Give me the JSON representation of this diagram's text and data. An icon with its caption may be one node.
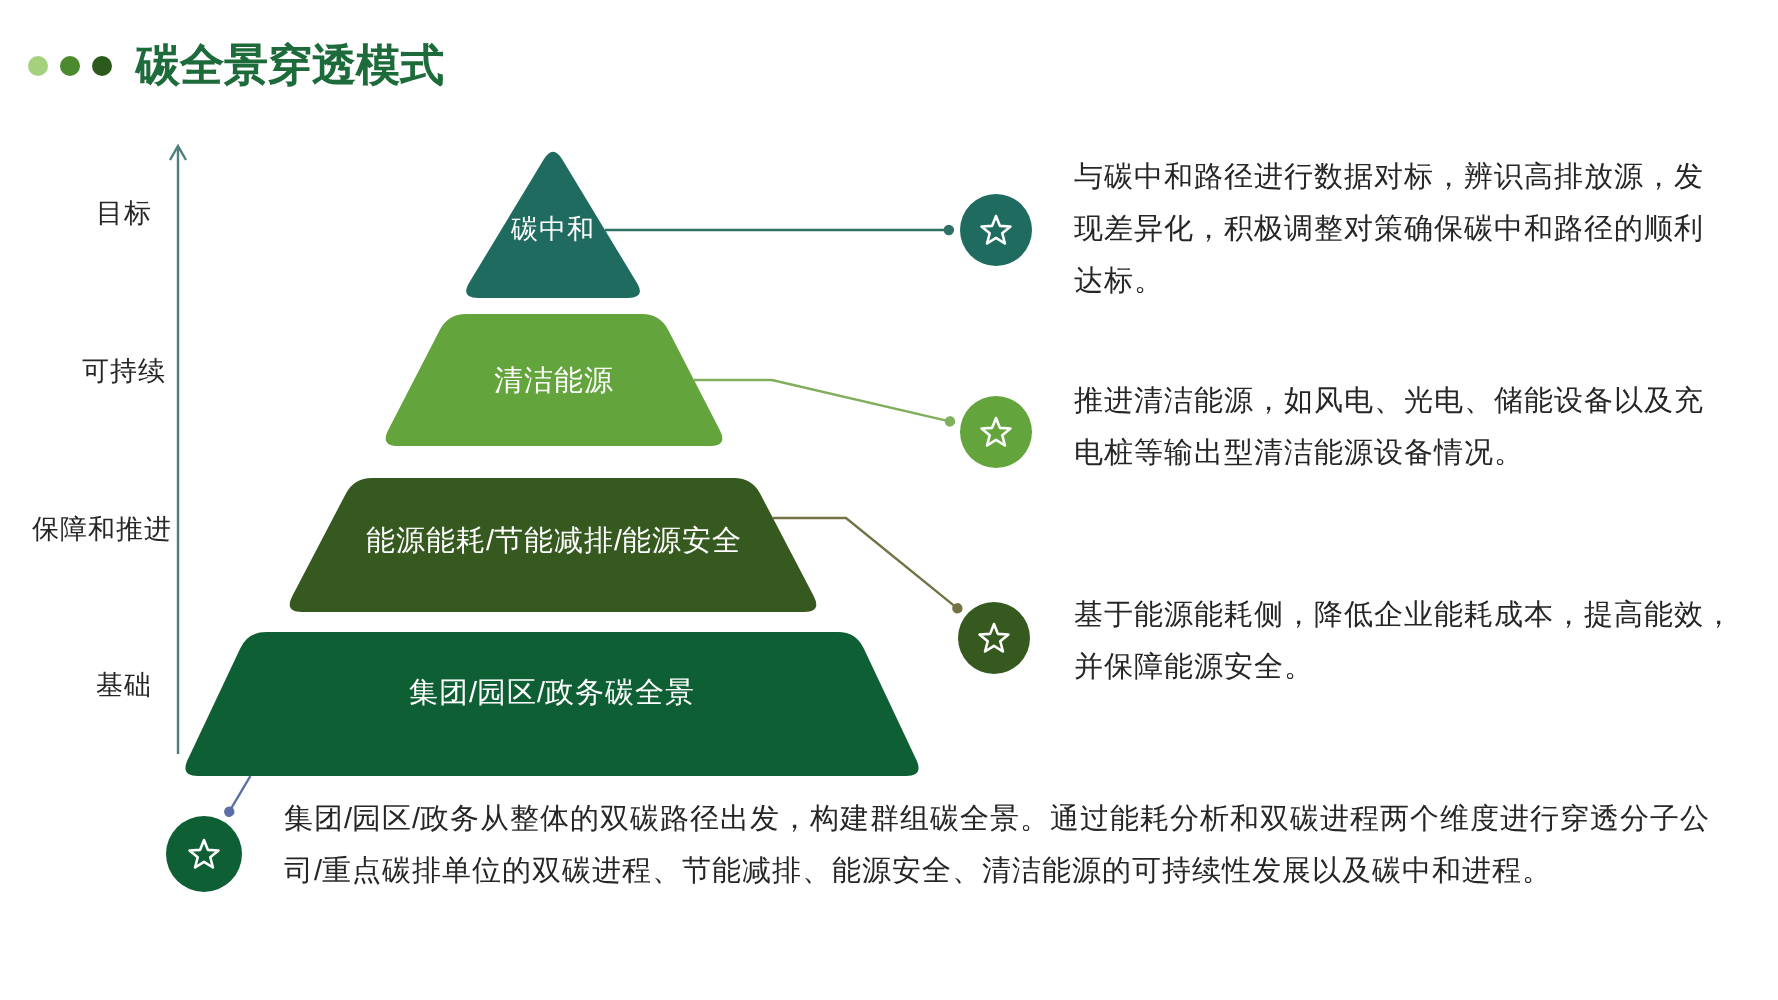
{
  "diagram": {
    "title": "碳全景穿透模式",
    "nodes": [
      {
        "text": [
          "碳中和"
        ]
      },
      {
        "text": [
          "清洁能源"
        ]
      },
      {
        "text": [
          "能源能耗/节能减排/能源安全"
        ]
      },
      {
        "text": [
          "集团/园区/政务碳全景"
        ]
      },
      {
        "text": [],
        "shape": "circle",
        "beside": [
          "与碳中和路径进行数据对标，辨识高排放源，发现差异化，积极调整对策确保碳中和路径的顺利达标。"
        ]
      },
      {
        "text": [],
        "shape": "circle",
        "beside": [
          "推进清洁能源，如风电、光电、储能设备以及充电桩等输出型清洁能源设备情况。"
        ]
      },
      {
        "text": [],
        "shape": "circle",
        "beside": [
          "基于能源能耗侧，降低企业能耗成本，提高能效，并保障能源安全。"
        ]
      },
      {
        "text": [],
        "shape": "circle",
        "beside": [
          "集团/园区/政务从整体的双碳路径出发，构建群组碳全景。通过能耗分析和双碳进程两个维度进行穿透分子公司/重点碳排单位的双碳进程、节能减排、能源安全、清洁能源的可持续性发展以及碳中和进程。"
        ]
      }
    ],
    "edges": [
      {
        "from": 0,
        "to": 4,
        "arrow": "other",
        "color": "#2e6f66"
      },
      {
        "from": 1,
        "to": 5,
        "arrow": "other",
        "color": "#7fae5c"
      },
      {
        "from": 2,
        "to": 6,
        "arrow": "other",
        "color": "#747346"
      },
      {
        "from": 3,
        "to": 7,
        "arrow": "other",
        "color": "#5b6ea6"
      }
    ],
    "labels": [
      "目标",
      "可持续",
      "保障和推进",
      "基础"
    ]
  }
}
